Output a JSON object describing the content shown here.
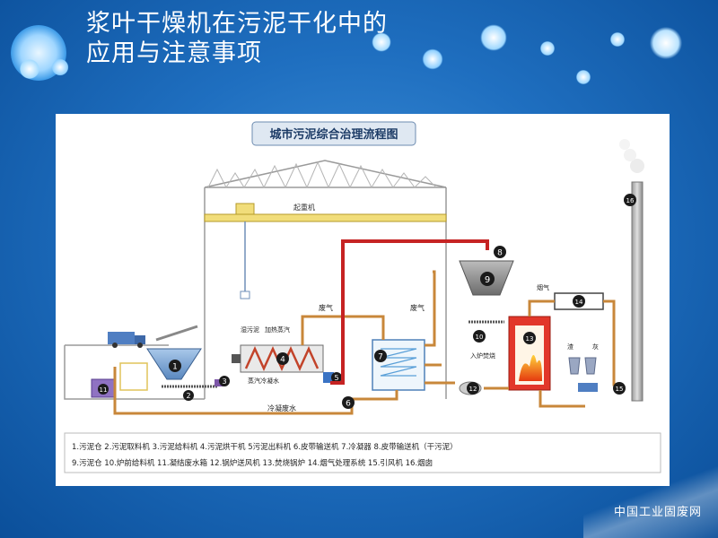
{
  "slide": {
    "title": "浆叶干燥机在污泥干化中的应用与注意事项",
    "watermark": "中国工业固废网"
  },
  "diagram": {
    "heading": "城市污泥综合治理流程图",
    "labels": {
      "crane": "起重机",
      "wet_sludge": "湿污泥",
      "heating_steam": "加热蒸汽",
      "steam_condensate": "蒸汽冷凝水",
      "waste_gas_1": "废气",
      "waste_gas_2": "废气",
      "condensate_water": "冷凝废水",
      "flue_gas": "烟气",
      "into_furnace": "入炉焚烧",
      "slag": "渣",
      "ash": "灰"
    },
    "nodes": [
      "1",
      "2",
      "3",
      "4",
      "5",
      "6",
      "7",
      "8",
      "9",
      "10",
      "11",
      "12",
      "13",
      "14",
      "15",
      "16"
    ],
    "legend": [
      "1.污泥仓 2.污泥取料机 3.污泥给料机 4.污泥烘干机 5污泥出料机 6.皮带输送机 7.冷凝器 8.皮带输送机（干污泥）",
      "9.污泥仓    10.炉前给料机 11.凝结废水箱 12.锅炉送风机 13.焚烧锅炉 14.烟气处理系统  15.引风机 16.烟囱"
    ]
  }
}
